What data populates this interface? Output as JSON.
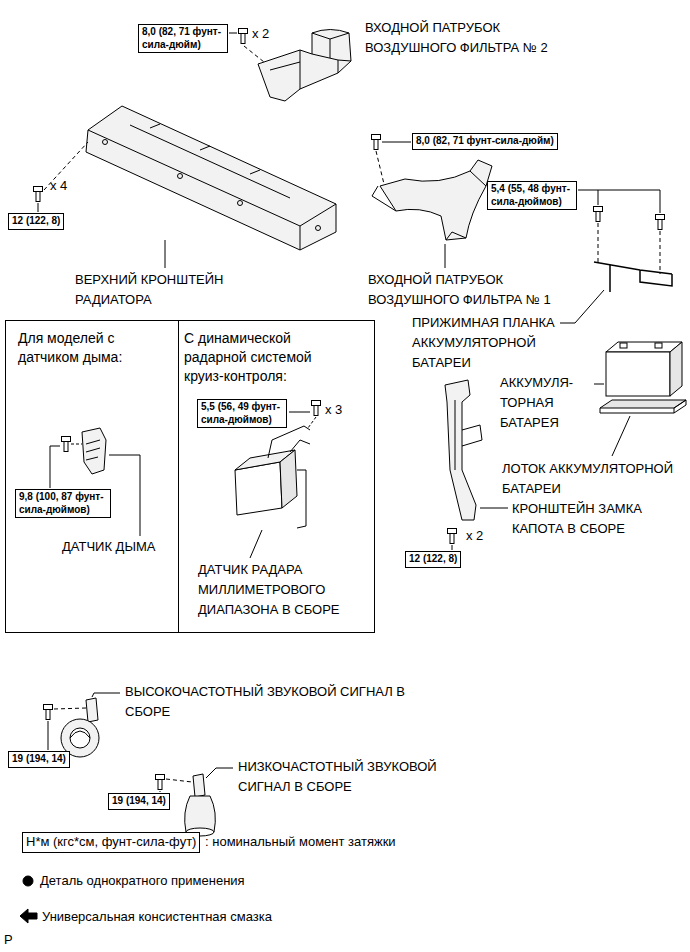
{
  "diagram": {
    "nodes": [
      {
        "text": [
          "8,0 (82, 71 фунт-сила-дюйм)"
        ]
      },
      {
        "text": [
          "8,0 (82, 71 фунт-сила-дюйм)"
        ]
      },
      {
        "text": [
          "5,4 (55, 48 фунт-сила-дюймов)"
        ]
      },
      {
        "text": [
          "12 (122, 8)"
        ]
      },
      {
        "text": [
          "Для моделей с датчиком дыма:"
        ]
      },
      {
        "text": [
          "9,8 (100, 87 фунт-сила-дюймов)"
        ],
        "in": 4
      },
      {
        "text": [
          "С динамической радарной системой круиз-контроля:"
        ]
      },
      {
        "text": [
          "5,5 (56, 49 фунт-сила-дюймов)"
        ],
        "in": 6
      },
      {
        "text": [
          "12 (122, 8)"
        ]
      },
      {
        "text": [
          "19 (194, 14)"
        ]
      },
      {
        "text": [
          "19 (194, 14)"
        ]
      },
      {
        "text": [
          "Н*м (кгс*см, фунт-сила-фут)"
        ]
      }
    ],
    "labels": [
      "x 2",
      "ВХОДНОЙ ПАТРУБОК ВОЗДУШНОГО ФИЛЬТРА № 2",
      "x 4",
      "ВЕРХНИЙ КРОНШТЕЙН РАДИАТОРА",
      "ВХОДНОЙ ПАТРУБОК ВОЗДУШНОГО ФИЛЬТРА № 1",
      "ПРИЖИМНАЯ ПЛАНКА АККУМУЛЯТОРНОЙ БАТАРЕИ",
      "x 3",
      "АККУМУЛЯ- ТОРНАЯ БАТАРЕЯ",
      "ЛОТОК АККУМУЛЯТОРНОЙ БАТАРЕИ",
      "ДАТЧИК ДЫМА",
      "КРОНШТЕЙН ЗАМКА КАПОТА В СБОРЕ",
      "x 2",
      "ДАТЧИК РАДАРА МИЛЛИМЕТРОВОГО ДИАПАЗОНА В СБОРЕ",
      "ВЫСОКОЧАСТОТНЫЙ ЗВУКОВОЙ СИГНАЛ В СБОРЕ",
      "НИЗКОЧАСТОТНЫЙ ЗВУКОВОЙ СИГНАЛ В СБОРЕ",
      "P"
    ],
    "legend": [
      {
        "text": ": номинальный момент затяжки"
      },
      {
        "text": "Деталь однократного применения"
      },
      {
        "text": "Универсальная консистентная смазка"
      }
    ]
  }
}
